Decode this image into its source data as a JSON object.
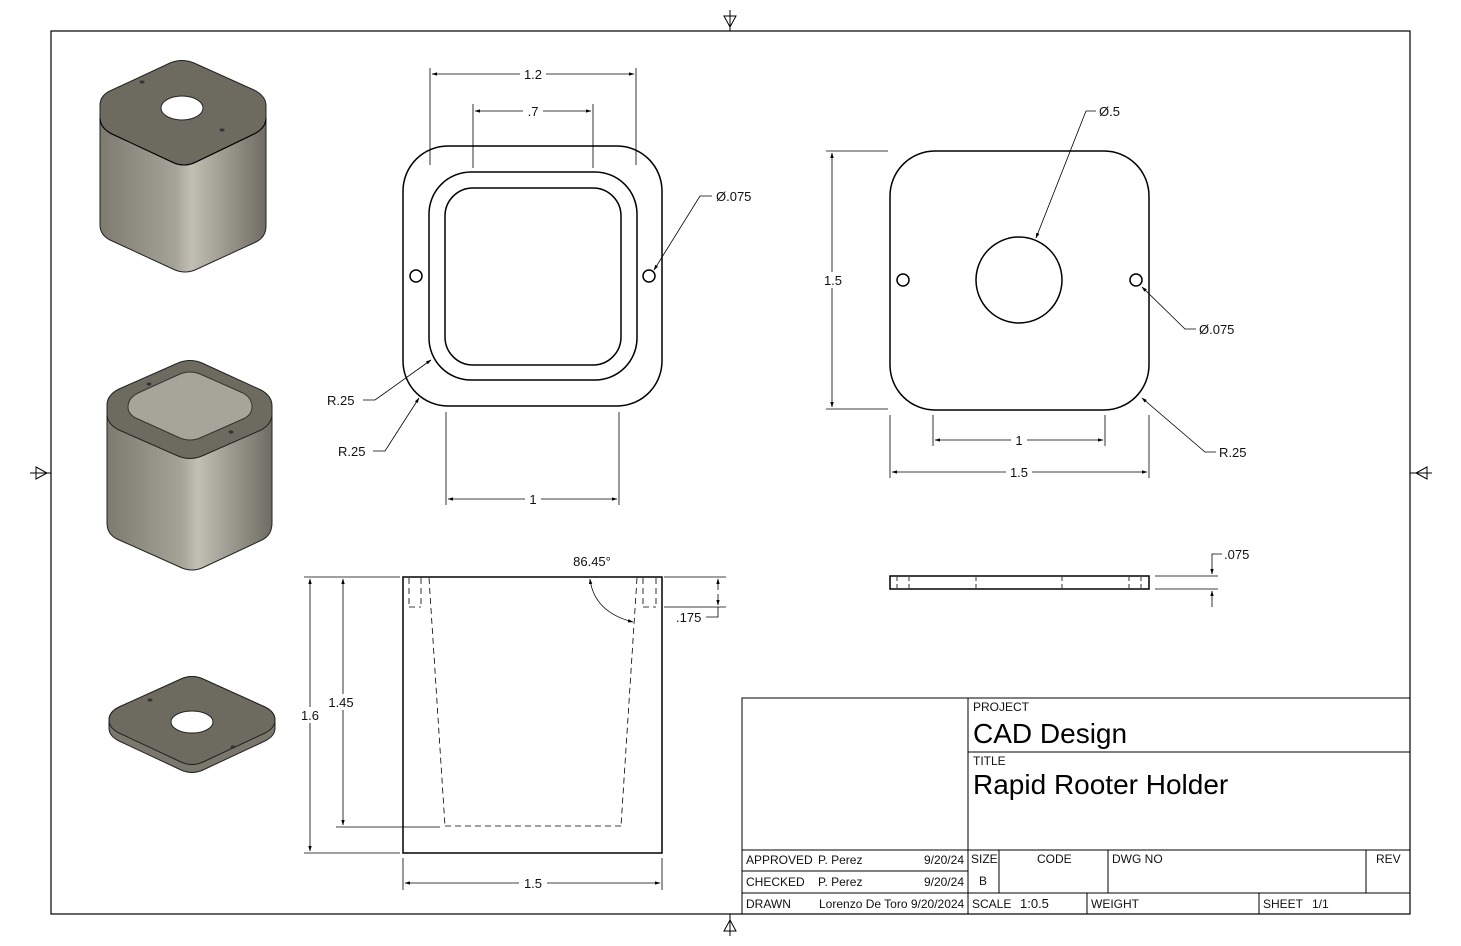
{
  "title_block": {
    "project_label": "PROJECT",
    "project": "CAD Design",
    "title_label": "TITLE",
    "title": "Rapid Rooter Holder",
    "approved_label": "APPROVED",
    "approved_by": "P. Perez",
    "approved_date": "9/20/24",
    "checked_label": "CHECKED",
    "checked_by": "P. Perez",
    "checked_date": "9/20/24",
    "drawn_label": "DRAWN",
    "drawn_by": "Lorenzo De Toro 9/20/2024",
    "size_label": "SIZE",
    "size": "B",
    "code_label": "CODE",
    "dwg_no_label": "DWG NO",
    "rev_label": "REV",
    "scale_label": "SCALE",
    "scale": "1:0.5",
    "weight_label": "WEIGHT",
    "sheet_label": "SHEET",
    "sheet": "1/1"
  },
  "top_view": {
    "dim_outer_width": "1.2",
    "dim_inner_width": ".7",
    "dim_hole": "Ø.075",
    "dim_radius_1": "R.25",
    "dim_radius_2": "R.25",
    "dim_bottom_width": "1"
  },
  "lid_view": {
    "dim_center_hole": "Ø.5",
    "dim_height": "1.5",
    "dim_hole": "Ø.075",
    "dim_inner_width": "1",
    "dim_width": "1.5",
    "dim_radius": "R.25",
    "dim_thickness": ".075"
  },
  "side_view": {
    "dim_angle": "86.45°",
    "dim_depth": ".175",
    "dim_total_height": "1.6",
    "dim_inner_height": "1.45",
    "dim_width": "1.5"
  },
  "colors": {
    "solid_top": "#6e6a5f",
    "solid_side": "#8c897f",
    "line": "#000000"
  }
}
